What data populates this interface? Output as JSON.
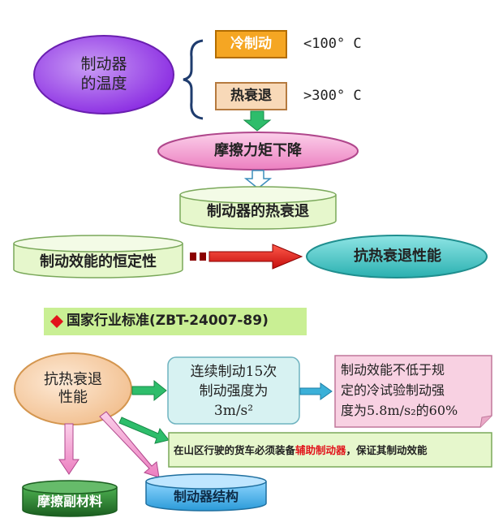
{
  "top": {
    "brake_temp": "制动器\n的温度",
    "cold": "冷制动",
    "cold_value": "<100° C",
    "fade": "热衰退",
    "fade_value": ">300° C",
    "torque_drop": "摩擦力矩下降",
    "thermal_fade": "制动器的热衰退",
    "stability": "制动效能的恒定性",
    "anti_fade": "抗热衰退性能"
  },
  "standard": {
    "title": "国家行业标准(ZBT-24007-89)",
    "anti_fade": "抗热衰退\n性能",
    "test_line1": "连续制动15次",
    "test_line2": "制动强度为",
    "test_line3": "3m/s²",
    "req_line1": "制动效能不低于规",
    "req_line2": "定的冷试验制动强",
    "req_line3": "度为5.8m/s₂的60%",
    "mountain_pre": "在山区行驶的货车必须装备",
    "mountain_em": "辅助制动器",
    "mountain_post": "，保证其制动效能",
    "friction_material": "摩擦副材料",
    "brake_structure": "制动器结构"
  },
  "colors": {
    "purple": "#8a2be2",
    "orange": "#f5a623",
    "peach": "#f8d9b8",
    "pink": "#f5a3cf",
    "pale_green": "#e6f7cc",
    "teal": "#3cc4c4",
    "red_arrow": "#e02020",
    "title_bar": "#c9ef94",
    "accent_red": "#e2131b",
    "cyan_box": "#d7f2f2",
    "pink_box": "#f8d1e2",
    "dark_green": "#2e7d32",
    "blue_cyl": "#4db8f0"
  }
}
